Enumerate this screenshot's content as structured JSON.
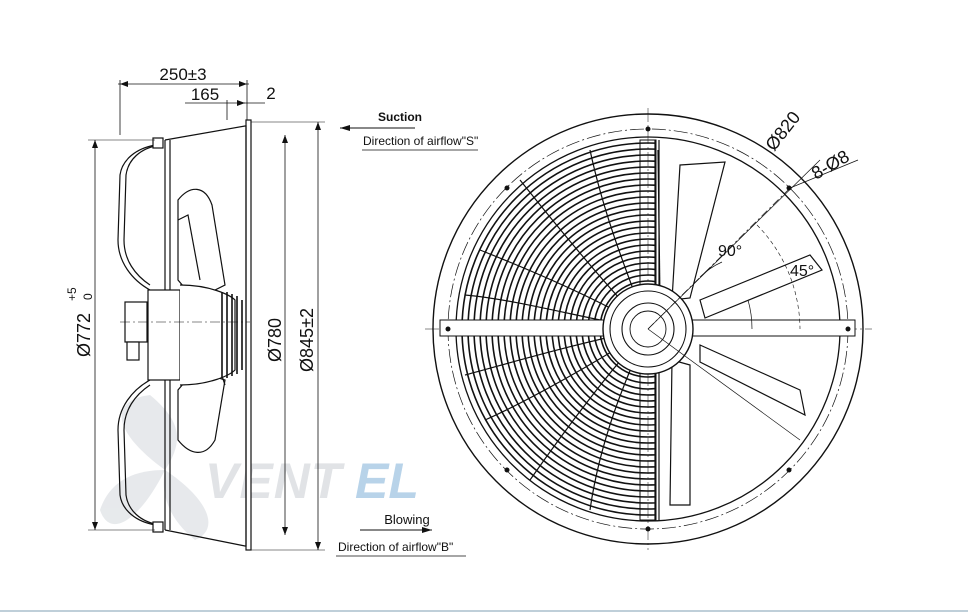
{
  "side_view": {
    "dim_overall_depth": "250±3",
    "dim_guard_depth": "165",
    "dim_gap": "2",
    "dim_guard_diameter": "Ø772",
    "dim_guard_tol_upper": "+5",
    "dim_guard_tol_lower": "0",
    "dim_blade_diameter": "Ø780",
    "dim_flange_diameter": "Ø845±2"
  },
  "airflow": {
    "suction_label": "Suction",
    "suction_direction": "Direction of airflow\"S\"",
    "blowing_label": "Blowing",
    "blowing_direction": "Direction of airflow\"B\""
  },
  "front_view": {
    "dim_bolt_circle": "Ø820",
    "dim_holes": "8-Ø8",
    "angle_90": "90°",
    "angle_45": "45°"
  },
  "watermark": {
    "text_dark": "VENT",
    "text_accent": "EL",
    "accent_color": "#2f7fc0"
  },
  "colors": {
    "line": "#111111",
    "frame": "#7f9fb3"
  }
}
